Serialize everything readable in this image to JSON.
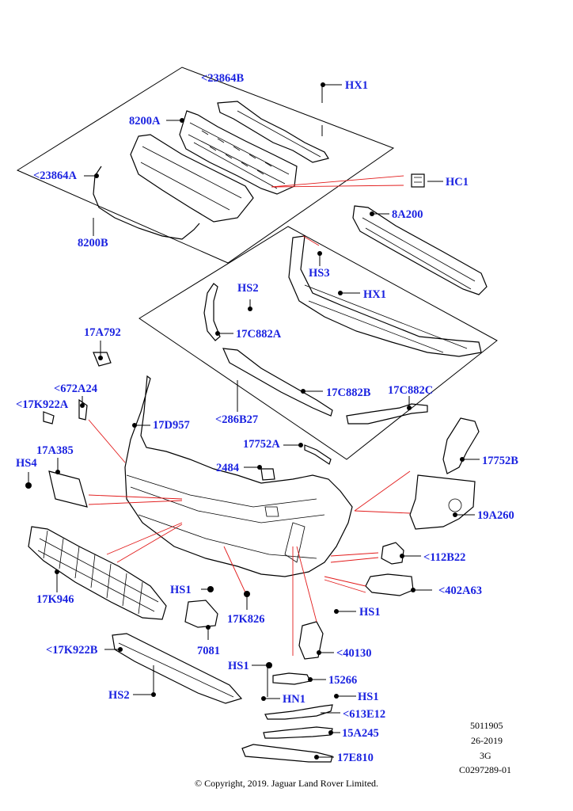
{
  "labels": {
    "l23864B": "<23864B",
    "lHX1a": "HX1",
    "l8200A": "8200A",
    "l23864A": "<23864A",
    "lHC1": "HC1",
    "l8A200": "8A200",
    "l8200B": "8200B",
    "lHS3": "HS3",
    "lHS2a": "HS2",
    "lHX1b": "HX1",
    "l17A792": "17A792",
    "l17C882A": "17C882A",
    "l672A24": "<672A24",
    "l17K922A": "<17K922A",
    "l17C882B": "17C882B",
    "l17C882C": "17C882C",
    "l17D957": "17D957",
    "l286B27": "<286B27",
    "l17A385": "17A385",
    "l17752A": "17752A",
    "l17752B": "17752B",
    "lHS4": "HS4",
    "l2484": "2484",
    "l19A260": "19A260",
    "l112B22": "<112B22",
    "l17K946": "17K946",
    "lHS1a": "HS1",
    "l402A63": "<402A63",
    "l17K826": "17K826",
    "lHS1b": "HS1",
    "l7081": "7081",
    "l40130": "<40130",
    "l17K922B": "<17K922B",
    "lHS1c": "HS1",
    "l15266": "15266",
    "lHN1": "HN1",
    "lHS1d": "HS1",
    "lHS2b": "HS2",
    "l613E12": "<613E12",
    "l15A245": "15A245",
    "l17E810": "17E810"
  },
  "meta": {
    "ref": "5011905",
    "date": "26-2019",
    "rev": "3G",
    "code": "C0297289-01"
  },
  "footer": "© Copyright, 2019. Jaguar Land Rover Limited."
}
